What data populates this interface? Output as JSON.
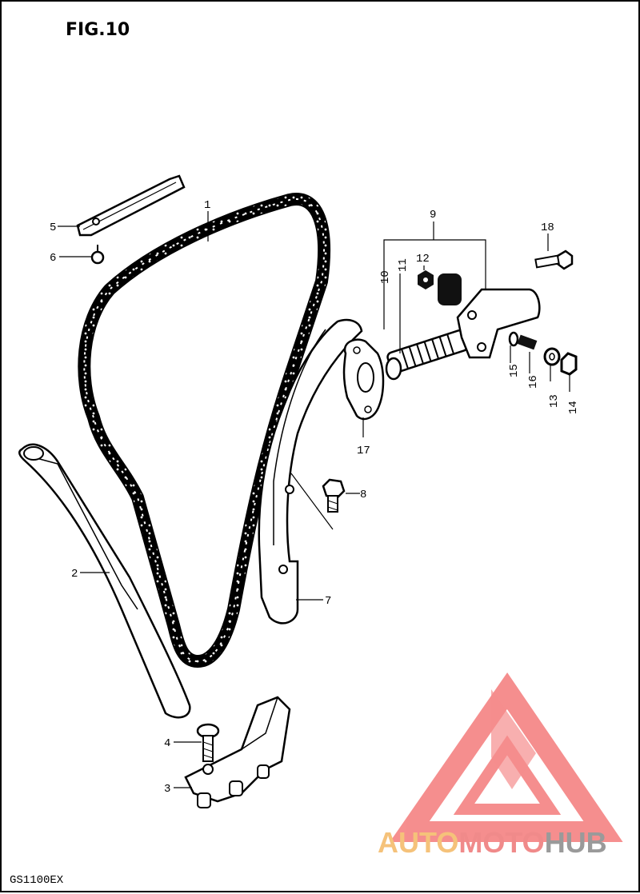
{
  "figure": {
    "title": "FIG.10"
  },
  "model": "GS1100EX",
  "parts": [
    {
      "id": "1"
    },
    {
      "id": "2"
    },
    {
      "id": "3"
    },
    {
      "id": "4"
    },
    {
      "id": "5"
    },
    {
      "id": "6"
    },
    {
      "id": "7"
    },
    {
      "id": "8"
    },
    {
      "id": "9"
    },
    {
      "id": "10"
    },
    {
      "id": "11"
    },
    {
      "id": "12"
    },
    {
      "id": "13"
    },
    {
      "id": "14"
    },
    {
      "id": "15"
    },
    {
      "id": "16"
    },
    {
      "id": "17"
    },
    {
      "id": "18"
    }
  ],
  "watermark": {
    "text_auto": "AUTO",
    "text_moto": "MOTO",
    "text_hub": "HUB",
    "color_auto": "#f5c27a",
    "color_moto": "#f08a8a",
    "color_hub": "#9a9a9a",
    "logo_color": "#f47b7b"
  }
}
